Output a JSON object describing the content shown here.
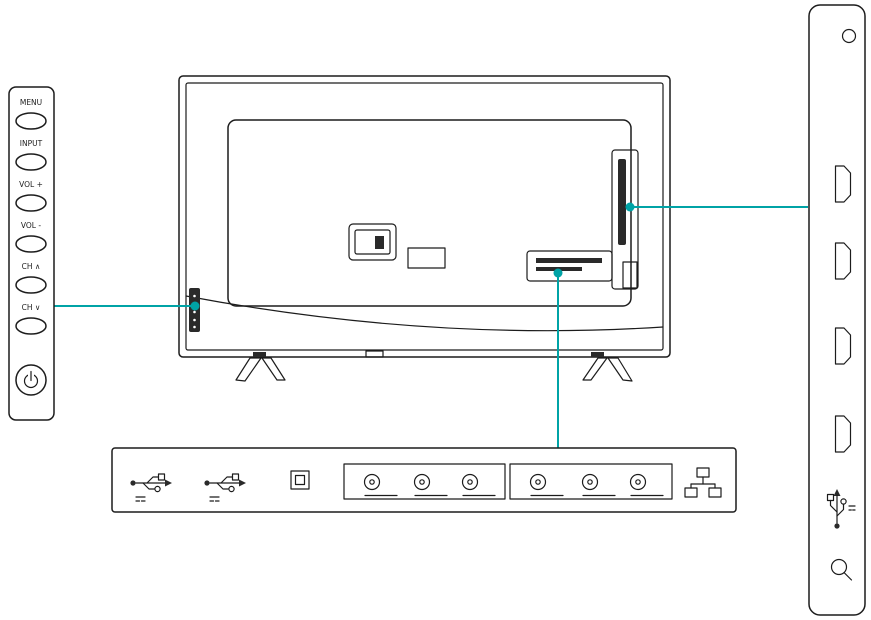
{
  "title": "TV rear view with control buttons and port panels",
  "colors": {
    "outline": "#1c1c1c",
    "callout": "#00a3a6",
    "slot_fill": "#2a2a2a",
    "background": "#ffffff"
  },
  "control_panel": {
    "buttons": [
      {
        "label": "MENU"
      },
      {
        "label": "INPUT"
      },
      {
        "label": "VOL +"
      },
      {
        "label": "VOL -"
      },
      {
        "label": "CH ∧"
      },
      {
        "label": "CH ∨"
      }
    ],
    "power_button_icon": "power-icon"
  },
  "side_ports_panel": {
    "items": [
      "screw-hole",
      "hdmi-port",
      "hdmi-port",
      "hdmi-port",
      "hdmi-port",
      "usb-port",
      "headphone-jack"
    ]
  },
  "bottom_ports_panel": {
    "items": [
      "usb-port",
      "usb-port",
      "optical-digital-audio-port",
      "rca-jack-group-of-3",
      "rca-jack-group-of-3",
      "lan-port"
    ]
  },
  "callouts": [
    {
      "from": "control-panel",
      "to": "tv-left-side-buttons"
    },
    {
      "from": "tv-side-connector-slot",
      "to": "side-ports-panel"
    },
    {
      "from": "tv-bottom-connector-area",
      "to": "bottom-ports-panel"
    }
  ]
}
